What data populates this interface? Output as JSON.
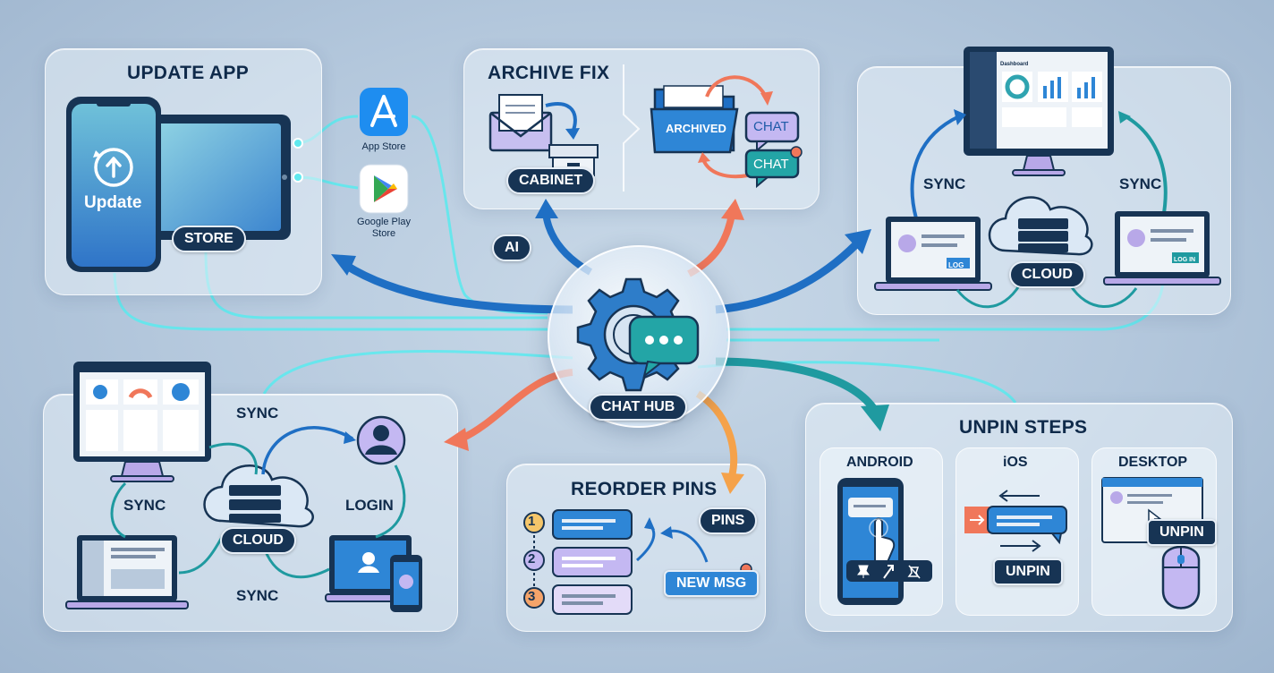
{
  "update_app": {
    "title": "UPDATE APP",
    "phone_label": "Update",
    "store_pill": "STORE",
    "app_store": "App Store",
    "google_play": "Google Play Store"
  },
  "archive_fix": {
    "title": "ARCHIVE FIX",
    "cabinet_pill": "CABINET",
    "folder_label": "ARCHIVED",
    "chat_purple": "CHAT",
    "chat_teal": "CHAT"
  },
  "sync_top": {
    "sync_left": "SYNC",
    "sync_right": "SYNC",
    "cloud_pill": "CLOUD",
    "login_btn": "LOG",
    "login_btn_right": "LOG IN",
    "dashboard_label": "Dashboard"
  },
  "hub": {
    "ai_pill": "AI",
    "hub_pill": "CHAT HUB"
  },
  "sync_bottom": {
    "sync_top": "SYNC",
    "sync_left": "SYNC",
    "sync_bottom": "SYNC",
    "login": "LOGIN",
    "cloud_pill": "CLOUD"
  },
  "reorder_pins": {
    "title": "REORDER PINS",
    "numbers": [
      "1",
      "2",
      "3"
    ],
    "pins_pill": "PINS",
    "new_msg": "NEW MSG"
  },
  "unpin_steps": {
    "title": "UNPIN STEPS",
    "android": "ANDROID",
    "ios": "iOS",
    "desktop": "DESKTOP",
    "ios_unpin": "UNPIN",
    "desktop_unpin": "UNPIN"
  },
  "colors": {
    "blue_arrow": "#1f6fc4",
    "orange_arrow": "#f0775a",
    "teal_arrow": "#1f9aa0",
    "cyan_line": "#5ce6ec",
    "navy": "#173454"
  }
}
